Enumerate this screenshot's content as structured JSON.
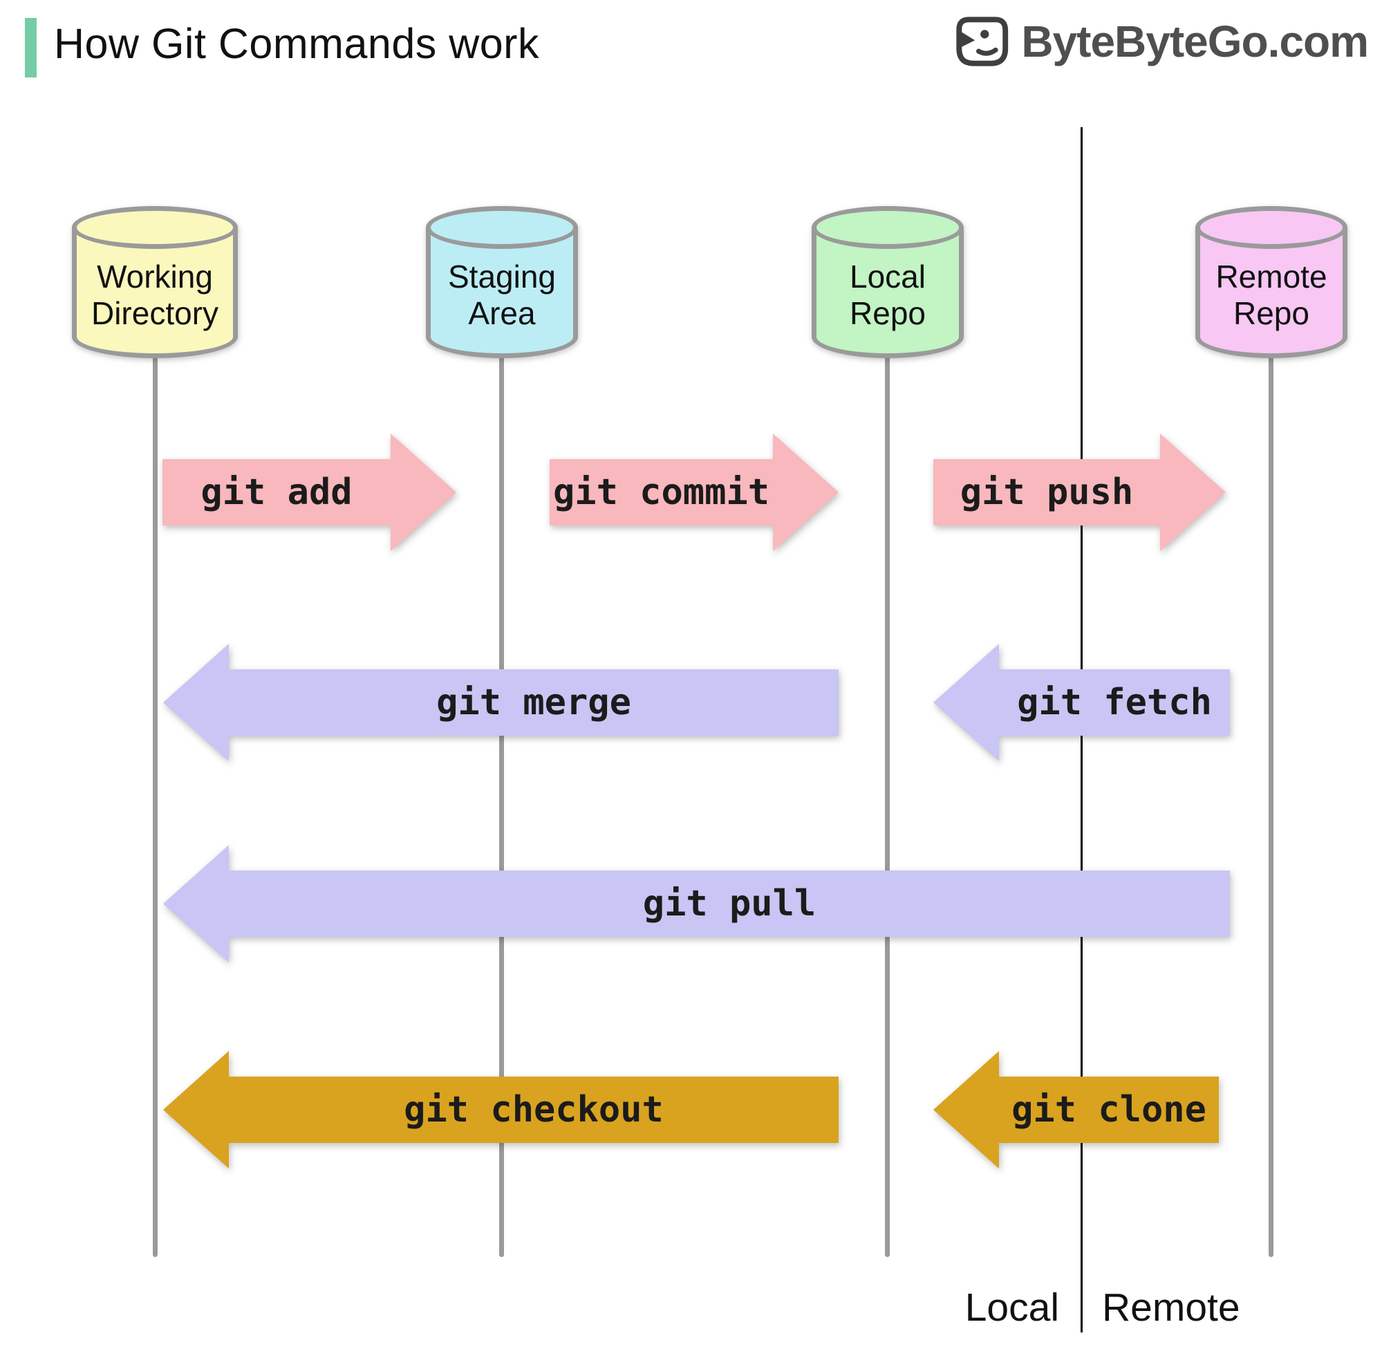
{
  "title": "How Git Commands work",
  "accent_color": "#74CDA4",
  "logo": {
    "text": "ByteByteGo.com",
    "icon": "bytebytego-bird-icon"
  },
  "nodes": [
    {
      "id": "working-directory",
      "label": "Working\nDirectory",
      "fill": "#FBF8BE"
    },
    {
      "id": "staging-area",
      "label": "Staging\nArea",
      "fill": "#BCEDF4"
    },
    {
      "id": "local-repo",
      "label": "Local\nRepo",
      "fill": "#C2F4C4"
    },
    {
      "id": "remote-repo",
      "label": "Remote\nRepo",
      "fill": "#F8C7F4"
    }
  ],
  "arrows": [
    {
      "label": "git add",
      "from": "working-directory",
      "to": "staging-area",
      "direction": "right",
      "color": "#F8B8BD"
    },
    {
      "label": "git commit",
      "from": "staging-area",
      "to": "local-repo",
      "direction": "right",
      "color": "#F8B8BD"
    },
    {
      "label": "git push",
      "from": "local-repo",
      "to": "remote-repo",
      "direction": "right",
      "color": "#F8B8BD"
    },
    {
      "label": "git merge",
      "from": "local-repo",
      "to": "working-directory",
      "direction": "left",
      "color": "#C9C5F4"
    },
    {
      "label": "git fetch",
      "from": "remote-repo",
      "to": "local-repo",
      "direction": "left",
      "color": "#C9C5F4"
    },
    {
      "label": "git pull",
      "from": "remote-repo",
      "to": "working-directory",
      "direction": "left",
      "color": "#C9C5F4"
    },
    {
      "label": "git checkout",
      "from": "local-repo",
      "to": "working-directory",
      "direction": "left",
      "color": "#D9A320"
    },
    {
      "label": "git clone",
      "from": "remote-repo",
      "to": "local-repo",
      "direction": "left",
      "color": "#D9A320"
    }
  ],
  "legend": {
    "local_label": "Local",
    "remote_label": "Remote"
  },
  "line_colors": {
    "lifeline": "#9a9a9a",
    "divider": "#000000"
  }
}
